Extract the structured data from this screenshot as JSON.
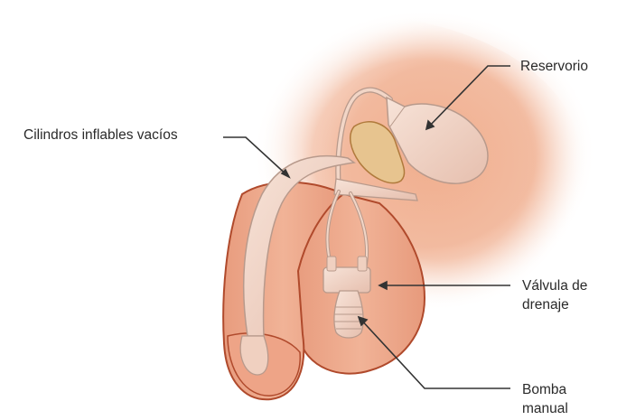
{
  "diagram": {
    "labels": {
      "cilindros": "Cilindros inflables vacíos",
      "reservorio": "Reservorio",
      "valvula_l1": "Válvula de",
      "valvula_l2": "drenaje",
      "bomba_l1": "Bomba",
      "bomba_l2": "manual"
    },
    "colors": {
      "skin": "#eaa98c",
      "skin_glow": "#f2b89c",
      "outline": "#b04a2c",
      "device": "#f2d6c7",
      "device_stroke": "#b89a8c",
      "bone": "#e7c48f",
      "leader": "#333333"
    }
  }
}
